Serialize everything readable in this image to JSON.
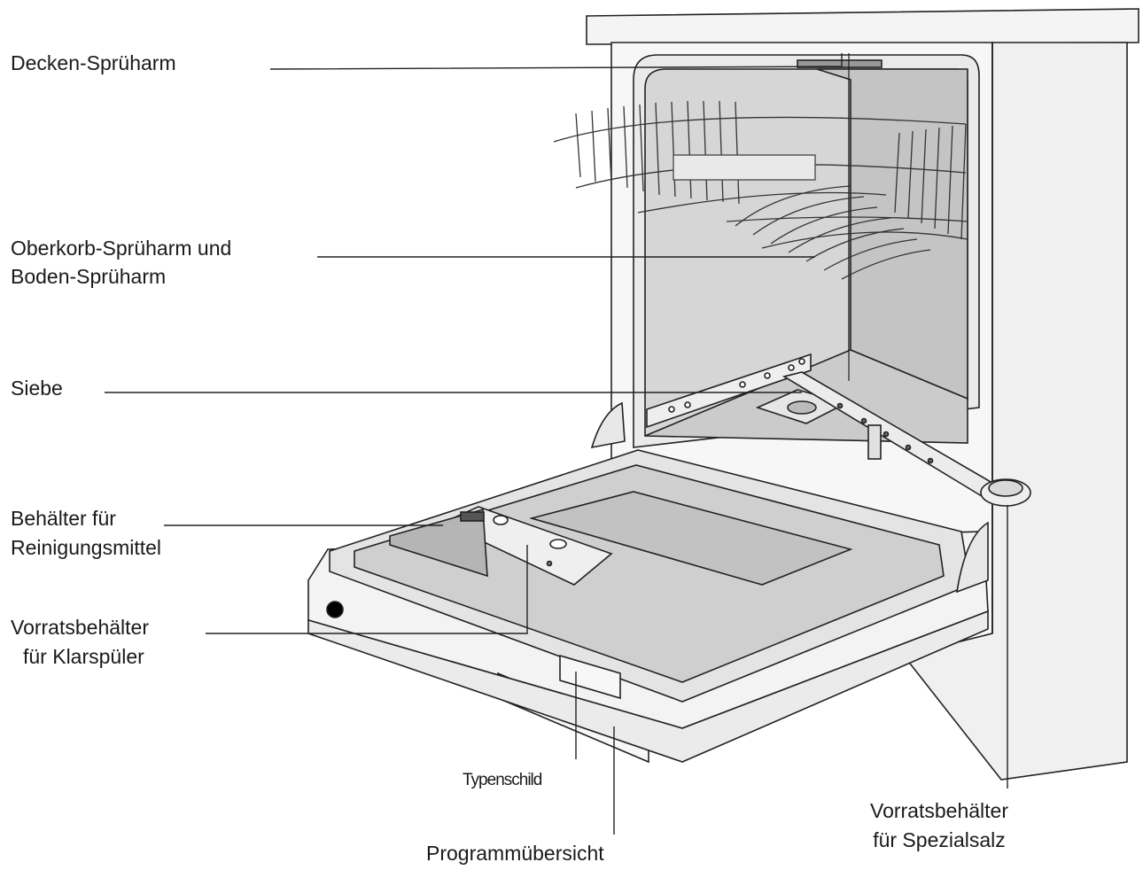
{
  "labels": {
    "decken_spruharm": "Decken-Sprüharm",
    "oberkorb_spruharm_1": "Oberkorb-Sprüharm und",
    "oberkorb_spruharm_2": "Boden-Sprüharm",
    "siebe": "Siebe",
    "behaelter_reinigungsmittel_1": "Behälter für",
    "behaelter_reinigungsmittel_2": "Reinigungsmittel",
    "vorrats_klarspueler_1": "Vorratsbehälter",
    "vorrats_klarspueler_2": "für Klarspüler",
    "typenschild": "Typenschild",
    "programmuebersicht": "Programmübersicht",
    "vorrats_spezialsalz_1": "Vorratsbehälter",
    "vorrats_spezialsalz_2": "für Spezialsalz"
  },
  "colors": {
    "line": "#222222",
    "body_fill": "#f4f4f4",
    "interior_fill": "#d8d8d8",
    "interior_dark": "#bdbdbd",
    "door_inner": "#cfcfcf"
  }
}
